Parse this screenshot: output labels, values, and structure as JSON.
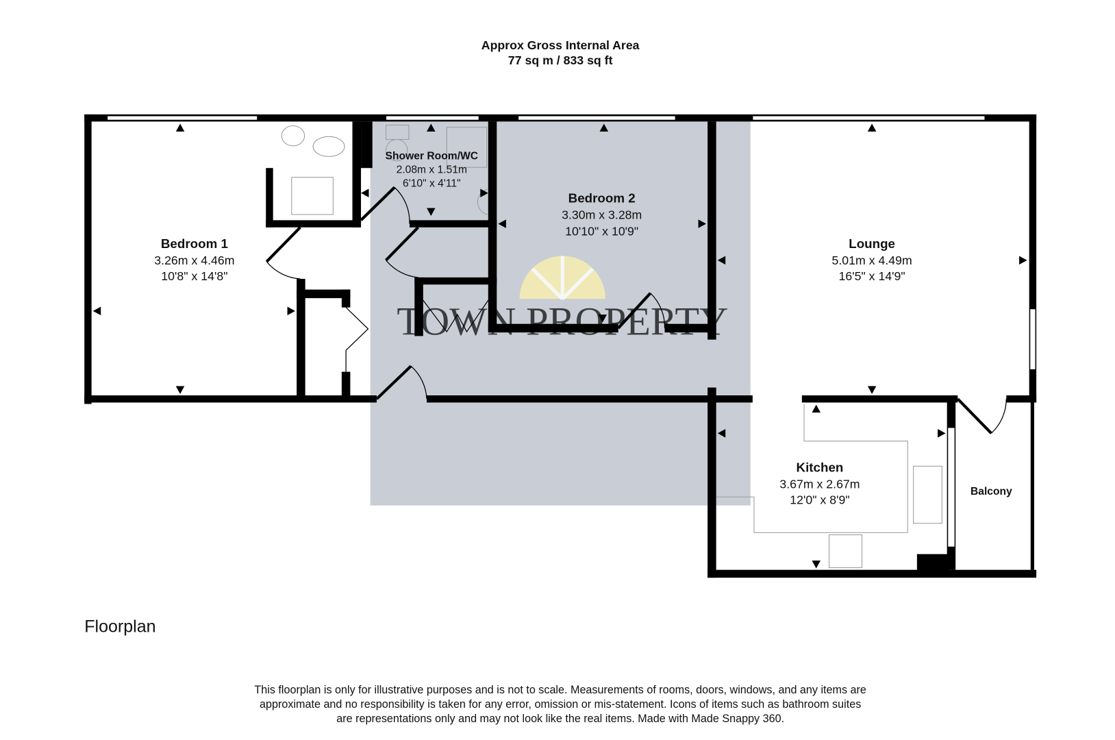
{
  "header": {
    "title": "Approx Gross Internal Area",
    "area": "77 sq m / 833 sq ft"
  },
  "rooms": [
    {
      "name": "Bedroom 1",
      "metric": "3.26m x 4.46m",
      "imperial": "10'8\" x 14'8\""
    },
    {
      "name": "Shower Room/WC",
      "metric": "2.08m x 1.51m",
      "imperial": "6'10\" x 4'11\""
    },
    {
      "name": "Bedroom 2",
      "metric": "3.30m x 3.28m",
      "imperial": "10'10\" x 10'9\""
    },
    {
      "name": "Lounge",
      "metric": "5.01m x 4.49m",
      "imperial": "16'5\" x 14'9\""
    },
    {
      "name": "Kitchen",
      "metric": "3.67m x 2.67m",
      "imperial": "12'0\" x 8'9\""
    },
    {
      "name": "Balcony"
    }
  ],
  "watermark": "TOWN PROPERTY",
  "floor_label": "Floorplan",
  "disclaimer": [
    "This floorplan is only for illustrative purposes and is not to scale. Measurements of rooms, doors, windows, and any items are",
    "approximate and no responsibility is taken for any error, omission or mis-statement. Icons of items such as bathroom suites",
    "are representations only and may not look like the real items. Made with Made Snappy 360."
  ],
  "colors": {
    "wall": "#000000",
    "hallway": "#c9ced6",
    "logo": "#f7eeb0"
  }
}
